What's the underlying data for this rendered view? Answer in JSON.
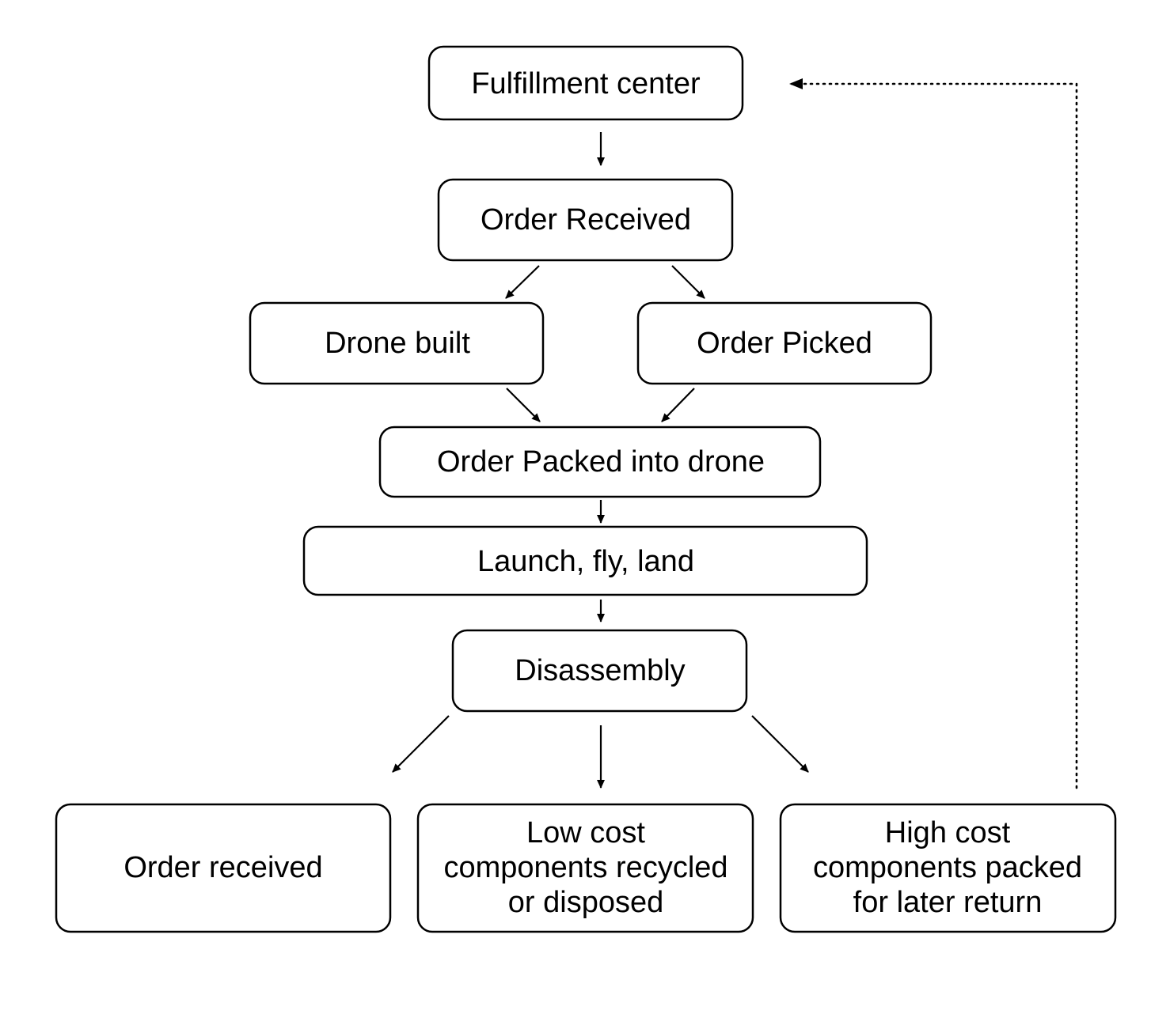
{
  "nodes": {
    "fulfillment_center": "Fulfillment center",
    "order_received_top": "Order Received",
    "drone_built": "Drone built",
    "order_picked": "Order Picked",
    "order_packed": "Order Packed into drone",
    "launch": "Launch, fly, land",
    "disassembly": "Disassembly",
    "order_received_bottom": "Order received",
    "low_cost": [
      "Low cost",
      "components recycled",
      "or disposed"
    ],
    "high_cost": [
      "High cost",
      "components packed",
      "for later return"
    ]
  },
  "edges": [
    {
      "from": "fulfillment_center",
      "to": "order_received_top",
      "style": "solid"
    },
    {
      "from": "order_received_top",
      "to": "drone_built",
      "style": "solid"
    },
    {
      "from": "order_received_top",
      "to": "order_picked",
      "style": "solid"
    },
    {
      "from": "drone_built",
      "to": "order_packed",
      "style": "solid"
    },
    {
      "from": "order_picked",
      "to": "order_packed",
      "style": "solid"
    },
    {
      "from": "order_packed",
      "to": "launch",
      "style": "solid"
    },
    {
      "from": "launch",
      "to": "disassembly",
      "style": "solid"
    },
    {
      "from": "disassembly",
      "to": "order_received_bottom",
      "style": "solid"
    },
    {
      "from": "disassembly",
      "to": "low_cost",
      "style": "solid"
    },
    {
      "from": "disassembly",
      "to": "high_cost",
      "style": "solid"
    },
    {
      "from": "high_cost",
      "to": "fulfillment_center",
      "style": "dotted"
    }
  ],
  "colors": {
    "stroke": "#000000",
    "background": "#ffffff"
  }
}
